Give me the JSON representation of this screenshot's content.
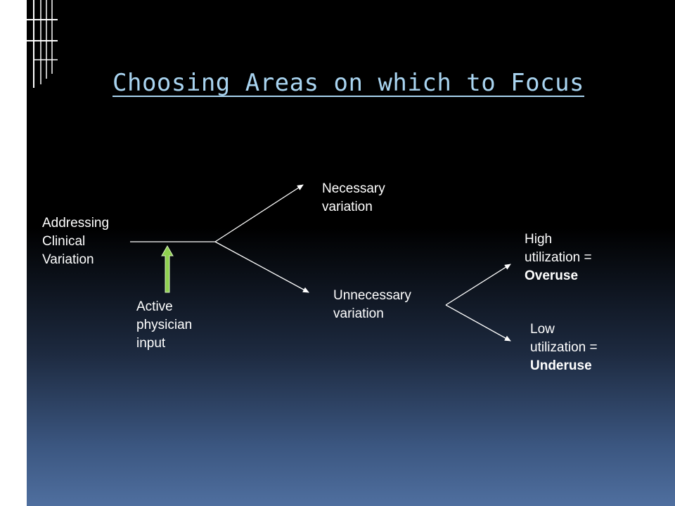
{
  "title": "Choosing Areas on which to Focus",
  "nodes": {
    "root": {
      "lines": [
        "Addressing",
        "Clinical",
        "Variation"
      ]
    },
    "input": {
      "lines": [
        "Active",
        "physician",
        "input"
      ]
    },
    "necessary": {
      "lines": [
        "Necessary",
        "variation"
      ]
    },
    "unnecessary": {
      "lines": [
        "Unnecessary",
        "variation"
      ]
    },
    "high": {
      "lines": [
        "High",
        "utilization ="
      ],
      "emphasis": "Overuse"
    },
    "low": {
      "lines": [
        "Low",
        "utilization ="
      ],
      "emphasis": "Underuse"
    }
  },
  "colors": {
    "title": "#a9d4f0",
    "text": "#ffffff",
    "input_arrow": "#8fd14f",
    "accent_bars": [
      "#e8237a",
      "#c8c8c8",
      "#f5b800"
    ]
  }
}
